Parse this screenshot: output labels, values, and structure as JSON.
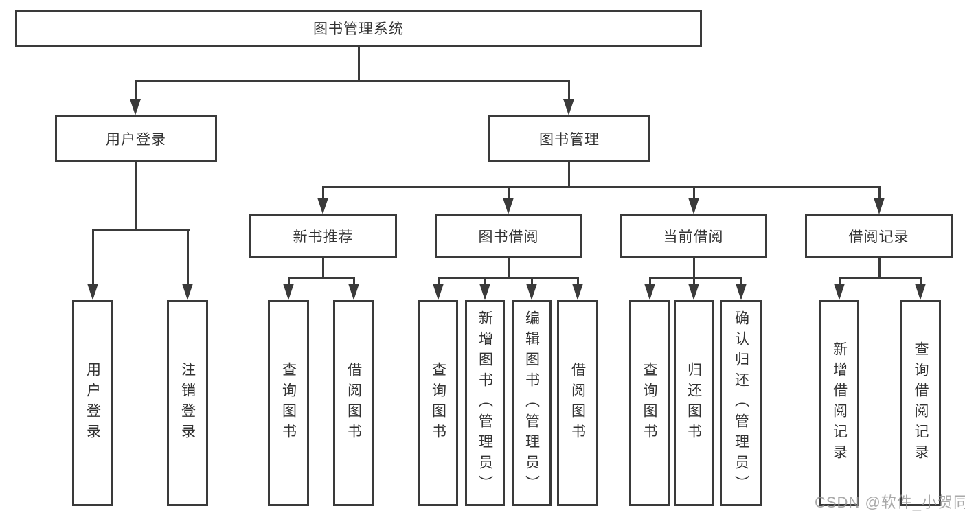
{
  "tree": {
    "label": "图书管理系统",
    "children": [
      {
        "label": "用户登录",
        "children": [
          {
            "label": "用户登录"
          },
          {
            "label": "注销登录"
          }
        ]
      },
      {
        "label": "图书管理",
        "children": [
          {
            "label": "新书推荐",
            "children": [
              {
                "label": "查询图书"
              },
              {
                "label": "借阅图书"
              }
            ]
          },
          {
            "label": "图书借阅",
            "children": [
              {
                "label": "查询图书"
              },
              {
                "label": "新增图书（管理员）"
              },
              {
                "label": "编辑图书（管理员）"
              },
              {
                "label": "借阅图书"
              }
            ]
          },
          {
            "label": "当前借阅",
            "children": [
              {
                "label": "查询图书"
              },
              {
                "label": "归还图书"
              },
              {
                "label": "确认归还（管理员）"
              }
            ]
          },
          {
            "label": "借阅记录",
            "children": [
              {
                "label": "新增借阅记录"
              },
              {
                "label": "查询借阅记录"
              }
            ]
          }
        ]
      }
    ]
  },
  "watermark": {
    "text": "CSDN @软件_小贺同学"
  },
  "colors": {
    "line": "#3a3a3a",
    "text": "#333333",
    "background": "#ffffff"
  }
}
